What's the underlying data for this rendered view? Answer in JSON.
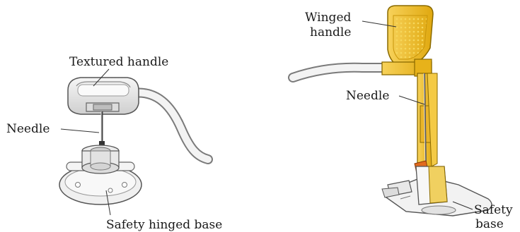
{
  "left_device": {
    "labels": {
      "handle": "Textured handle",
      "needle": "Needle",
      "base": "Safety hinged base"
    }
  },
  "right_device": {
    "labels": {
      "handle_line1": "Winged",
      "handle_line2": "handle",
      "needle": "Needle",
      "base_line1": "Safety",
      "base_line2": "base"
    }
  },
  "colors": {
    "outline": "#555555",
    "metal": "#e8e8e8",
    "metal_shade": "#bdbdbd",
    "gold": "#f2c21b",
    "gold_dark": "#c9960a",
    "orange": "#e26a1c"
  }
}
